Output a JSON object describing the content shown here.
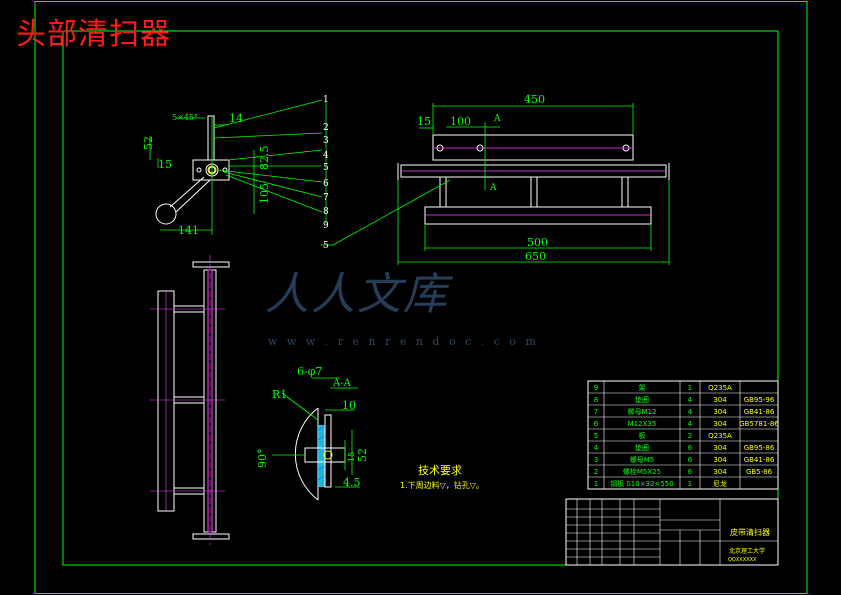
{
  "title": "头部清扫器",
  "watermark": {
    "logo": "人人文库",
    "url": "w w w . r e n r e n d o c . c o m"
  },
  "colors": {
    "background": "#000000",
    "frame": "#00ff00",
    "title": "#ff1a1a",
    "dimension": "#00ff00",
    "outline": "#ffffff",
    "part": "#ff40ff",
    "text": "#ffff00",
    "table_text": "#00ff00",
    "hatch": "#2ad4ff"
  },
  "side_view": {
    "dims": {
      "chamfer": "5×45°",
      "d14": "14",
      "d52": "52",
      "d15": "15",
      "d82": "82.5",
      "d105": "105",
      "d141": "141"
    },
    "balloons": [
      "1",
      "2",
      "3",
      "4",
      "5",
      "6",
      "7",
      "8",
      "9"
    ]
  },
  "front_view": {
    "dims": {
      "d450": "450",
      "d15": "15",
      "d100": "100",
      "d500": "500",
      "d650": "650"
    },
    "section_mark": "A",
    "balloon": "5"
  },
  "detail": {
    "holes": "6-φ7",
    "section": "A-A",
    "r1": "R1",
    "d10": "10",
    "d90": "90°",
    "d52": "52",
    "d4_5": "4.5",
    "d15v": "15"
  },
  "notes": {
    "heading": "技术要求",
    "line1": "1.下周边料▽，钻孔▽。"
  },
  "bom": [
    {
      "no": "9",
      "name": "架",
      "qty": "1",
      "mat": "Q235A",
      "std": ""
    },
    {
      "no": "8",
      "name": "垫圈",
      "qty": "4",
      "mat": "304",
      "std": "GB95-96"
    },
    {
      "no": "7",
      "name": "螺母M12",
      "qty": "4",
      "mat": "304",
      "std": "GB41-86"
    },
    {
      "no": "6",
      "name": "M12X35",
      "qty": "4",
      "mat": "304",
      "std": "GB5781-86"
    },
    {
      "no": "5",
      "name": "板",
      "qty": "2",
      "mat": "Q235A",
      "std": ""
    },
    {
      "no": "4",
      "name": "垫圈",
      "qty": "6",
      "mat": "304",
      "std": "GB95-86"
    },
    {
      "no": "3",
      "name": "螺母M5",
      "qty": "6",
      "mat": "304",
      "std": "GB41-86"
    },
    {
      "no": "2",
      "name": "螺栓M5X25",
      "qty": "6",
      "mat": "304",
      "std": "GB5-86"
    },
    {
      "no": "1",
      "name": "钢板 δ10×32×550",
      "qty": "1",
      "mat": "尼龙",
      "std": ""
    }
  ],
  "title_block": {
    "name": "皮带清扫器",
    "school": "北京理工大学",
    "code": "QQXXXXXX"
  }
}
